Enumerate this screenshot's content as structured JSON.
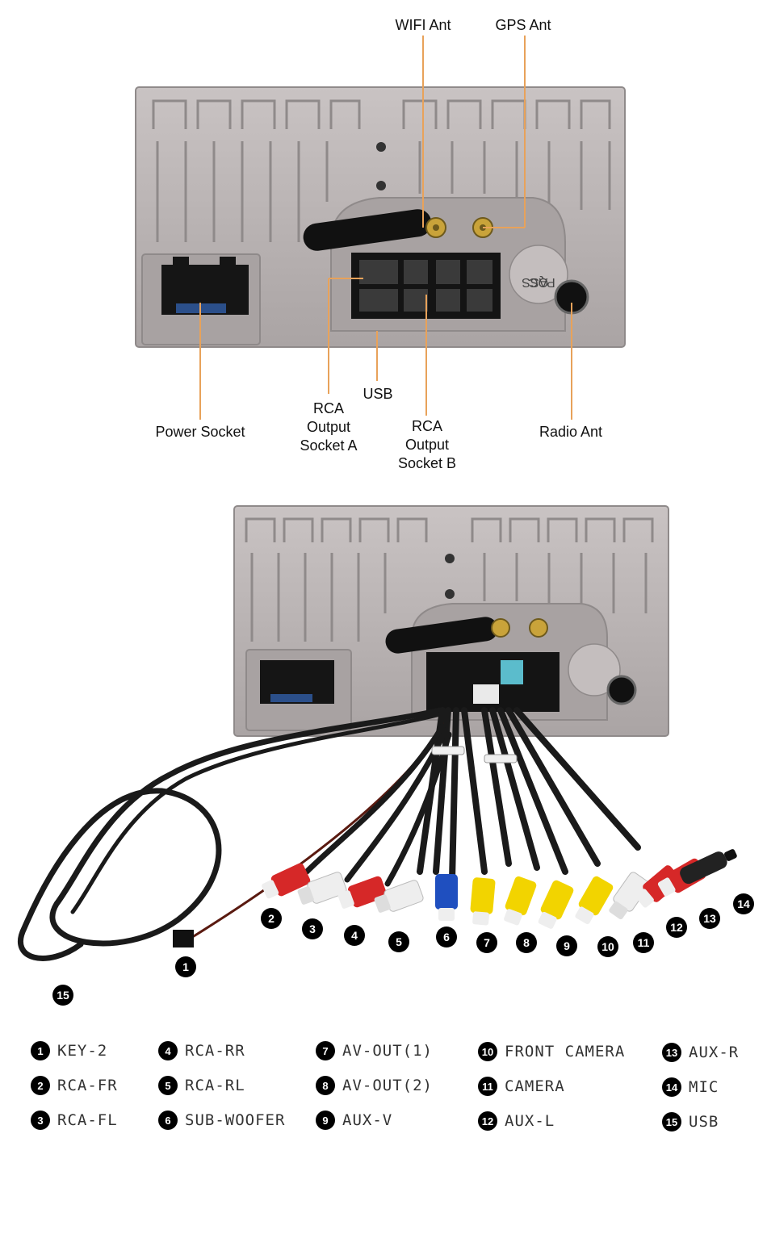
{
  "top_callouts": {
    "wifi_ant": "WIFI Ant",
    "gps_ant": "GPS Ant",
    "usb": "USB",
    "power_socket": "Power Socket",
    "rca_a": [
      "RCA",
      "Output",
      "Socket A"
    ],
    "rca_b": [
      "RCA",
      "Output",
      "Socket B"
    ],
    "radio_ant": "Radio Ant"
  },
  "unit_markings": {
    "qc_pass": [
      "QC",
      "PASS"
    ]
  },
  "badges": [
    "1",
    "2",
    "3",
    "4",
    "5",
    "6",
    "7",
    "8",
    "9",
    "10",
    "11",
    "12",
    "13",
    "14",
    "15"
  ],
  "legend": [
    {
      "num": "1",
      "label": "KEY-2"
    },
    {
      "num": "2",
      "label": "RCA-FR"
    },
    {
      "num": "3",
      "label": "RCA-FL"
    },
    {
      "num": "4",
      "label": "RCA-RR"
    },
    {
      "num": "5",
      "label": "RCA-RL"
    },
    {
      "num": "6",
      "label": "SUB-WOOFER"
    },
    {
      "num": "7",
      "label": "AV-OUT(1)"
    },
    {
      "num": "8",
      "label": "AV-OUT(2)"
    },
    {
      "num": "9",
      "label": "AUX-V"
    },
    {
      "num": "10",
      "label": "FRONT CAMERA"
    },
    {
      "num": "11",
      "label": "CAMERA"
    },
    {
      "num": "12",
      "label": "AUX-L"
    },
    {
      "num": "13",
      "label": "AUX-R"
    },
    {
      "num": "14",
      "label": "MIC"
    },
    {
      "num": "15",
      "label": "USB"
    }
  ],
  "colors": {
    "leader_line": "#e8a25a",
    "chassis": "#b9b3b3",
    "chassis_dark": "#8f8a8a",
    "rca_red": "#d62828",
    "rca_white": "#eeeeee",
    "rca_yellow": "#f2d400",
    "rca_blue": "#1f4fbf",
    "cable": "#1a1a1a"
  }
}
